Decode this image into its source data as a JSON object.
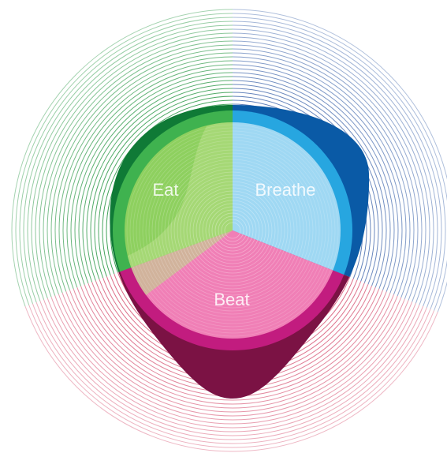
{
  "sectors": [
    {
      "key": "eat",
      "label": "Eat",
      "colors": {
        "dark": "#0f7a36",
        "mid": "#3fb24f",
        "light": "#8ed05f",
        "rings": "#2f9a4a"
      }
    },
    {
      "key": "breathe",
      "label": "Breathe",
      "colors": {
        "dark": "#0a5aa6",
        "mid": "#27a6e0",
        "light": "#9fd8f3",
        "rings": "#4a6fb0"
      }
    },
    {
      "key": "beat",
      "label": "Beat",
      "colors": {
        "dark": "#7b1244",
        "mid": "#c21c7f",
        "light": "#f07fb6",
        "rings": "#d85a78"
      }
    }
  ]
}
